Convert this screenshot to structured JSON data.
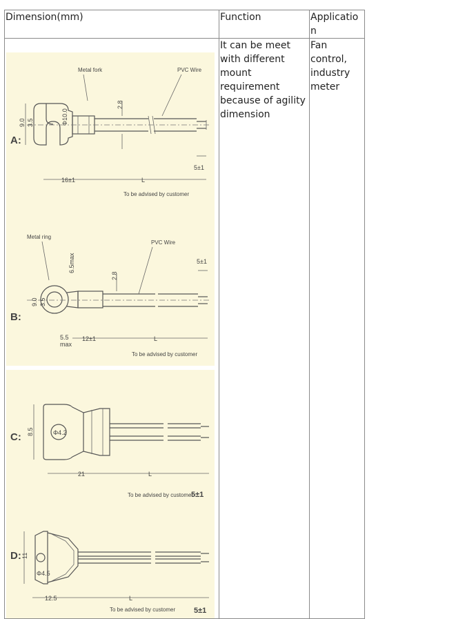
{
  "table": {
    "headers": {
      "dimension": "Dimension(mm)",
      "function": "Function",
      "application": "Application"
    },
    "function_text": "It can be meet with different mount requirement because of agility dimension",
    "application_text": "Fan control, industry meter"
  },
  "drawing": {
    "variant_a": {
      "tag": "A:",
      "fork_label": "Metal fork",
      "wire_label": "PVC Wire",
      "dim_width": "9.0",
      "dim_inner": "3.5",
      "dim_hole": "Φ10.0",
      "dim_thick": "2.8",
      "dim_len": "16±1",
      "dim_L": "L",
      "dim_strip": "5±1",
      "note": "To be advised by customer"
    },
    "variant_b": {
      "tag": "B:",
      "ring_label": "Metal ring",
      "wire_label": "PVC Wire",
      "dim_width": "9.0",
      "dim_hole": "3.5",
      "dim_max": "6.5max",
      "dim_thick": "2.8",
      "dim_a": "5.5",
      "dim_a2": "max",
      "dim_len": "12±1",
      "dim_L": "L",
      "dim_strip": "5±1",
      "note": "To be advised by customer"
    },
    "variant_c": {
      "tag": "C:",
      "dim_width": "8.5",
      "dim_hole": "Φ4.2",
      "dim_len": "21",
      "dim_L": "L",
      "dim_strip": "5±1",
      "note": "To be advised by customer"
    },
    "variant_d": {
      "tag": "D:",
      "dim_width": "11",
      "dim_hole": "Φ4.5",
      "dim_len": "12.5",
      "dim_L": "L",
      "dim_strip": "5±1",
      "note": "To be advised by customer"
    }
  }
}
